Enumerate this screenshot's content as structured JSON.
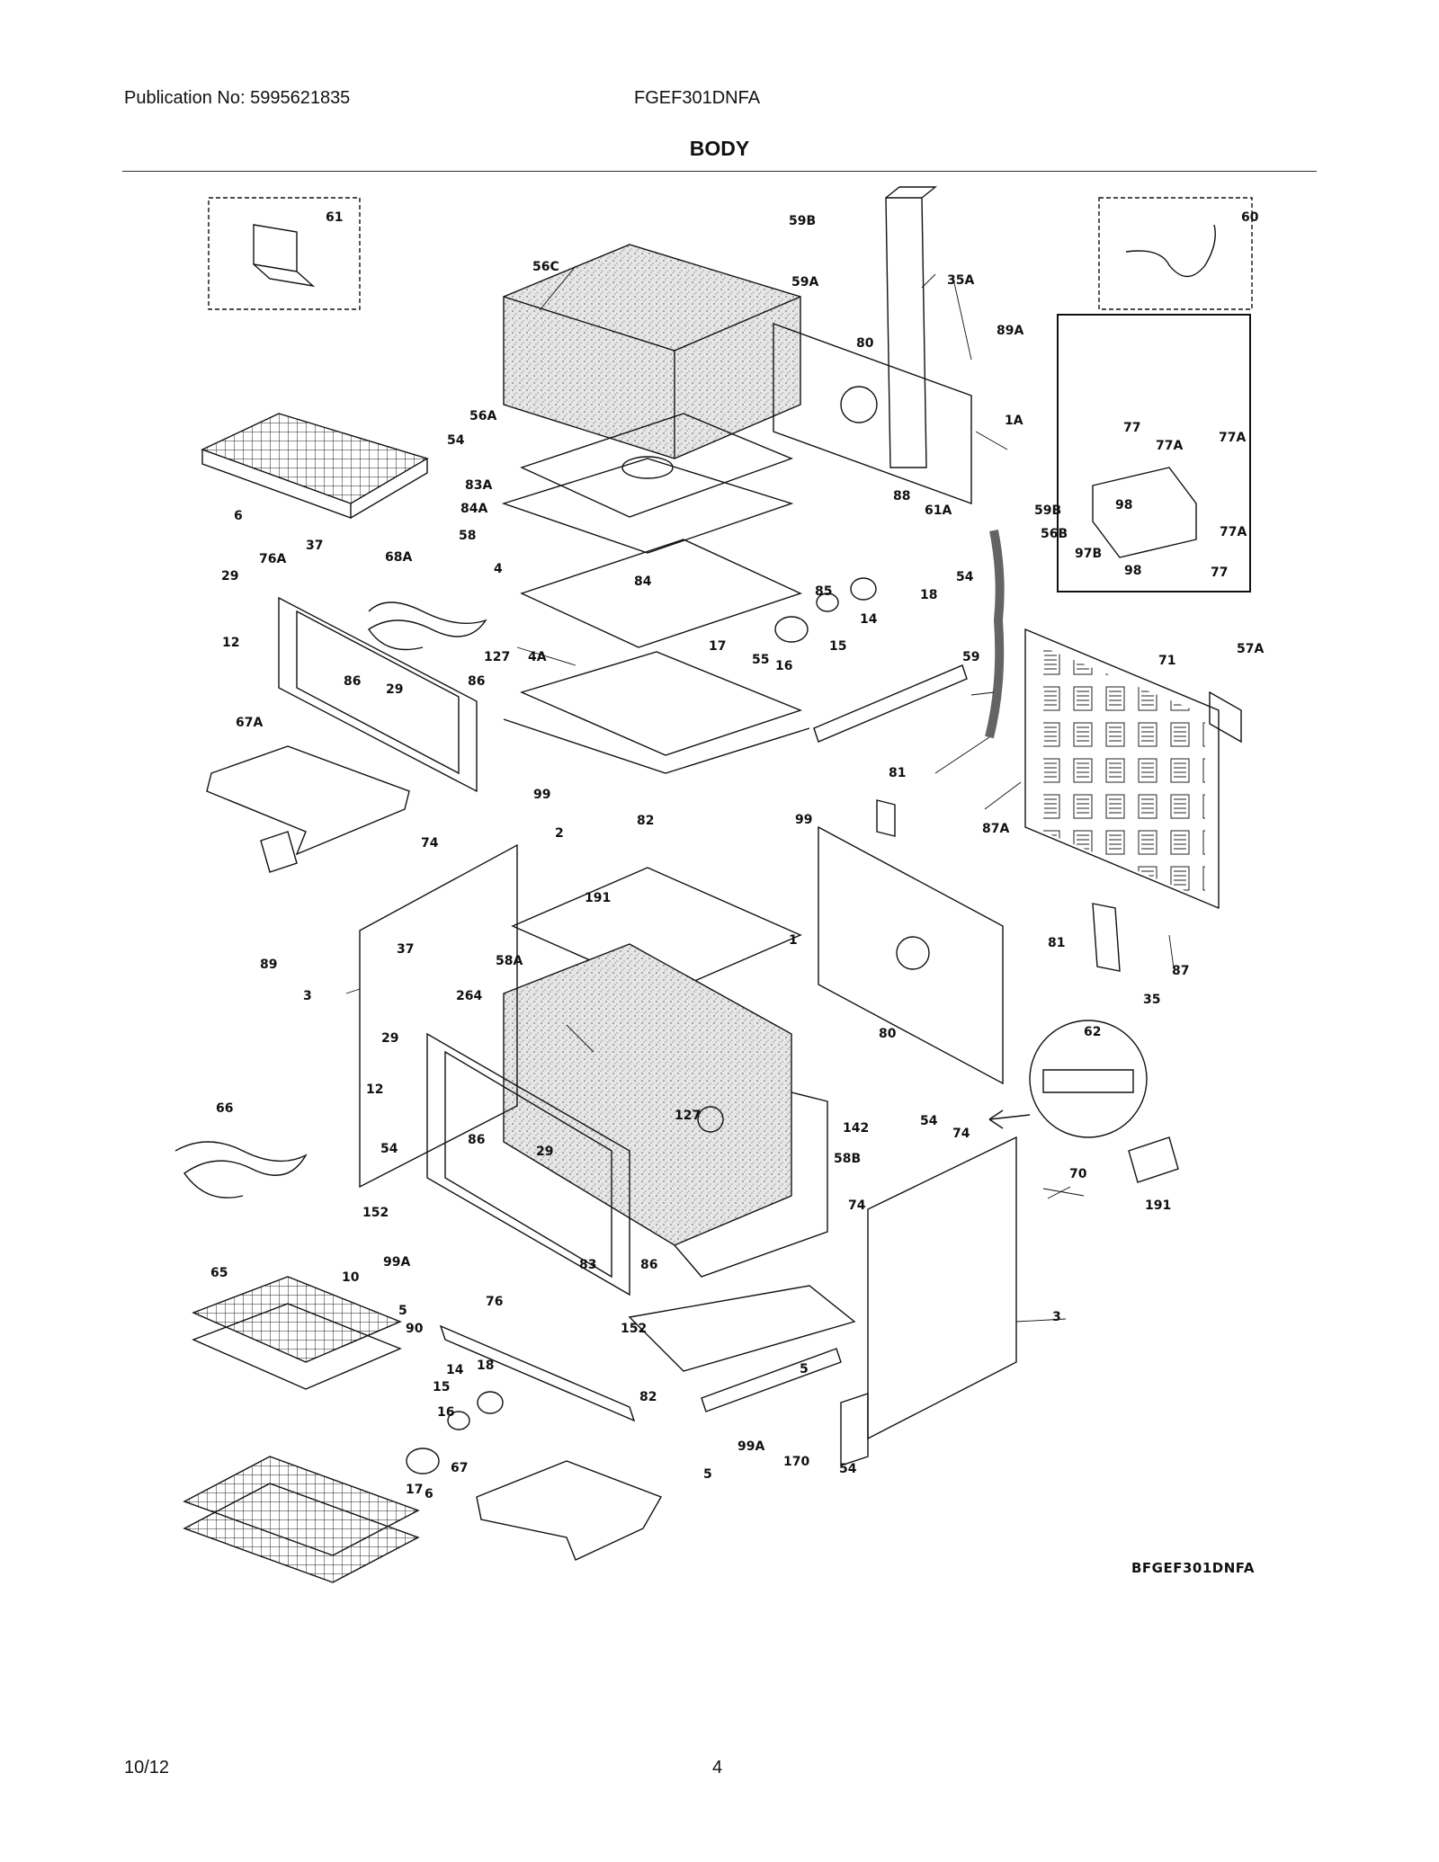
{
  "header": {
    "publication": "Publication No: 5995621835",
    "model": "FGEF301DNFA",
    "title": "BODY"
  },
  "diagram": {
    "code": "BFGEF301DNFA",
    "part_labels": [
      "61",
      "60",
      "59B",
      "35A",
      "56C",
      "59A",
      "89A",
      "80",
      "56A",
      "1A",
      "54",
      "77",
      "77A",
      "77A",
      "83A",
      "88",
      "61A",
      "59B",
      "84A",
      "56B",
      "98",
      "77A",
      "6",
      "37",
      "68A",
      "58",
      "4",
      "84",
      "85",
      "97B",
      "98",
      "77",
      "76A",
      "29",
      "12",
      "18",
      "54",
      "14",
      "15",
      "127",
      "4A",
      "17",
      "16",
      "55",
      "59",
      "71",
      "57A",
      "86",
      "86",
      "29",
      "67A",
      "99",
      "82",
      "99",
      "81",
      "87A",
      "74",
      "2",
      "191",
      "89",
      "1",
      "81",
      "87",
      "3",
      "37",
      "58A",
      "35",
      "264",
      "80",
      "62",
      "29",
      "12",
      "127",
      "142",
      "54",
      "74",
      "66",
      "54",
      "86",
      "58B",
      "191",
      "29",
      "152",
      "74",
      "70",
      "99A",
      "83",
      "86",
      "65",
      "10",
      "5",
      "76",
      "90",
      "152",
      "3",
      "14",
      "18",
      "15",
      "5",
      "82",
      "16",
      "67",
      "99A",
      "170",
      "54",
      "17",
      "6",
      "5"
    ]
  },
  "footer": {
    "date": "10/12",
    "page": "4"
  }
}
